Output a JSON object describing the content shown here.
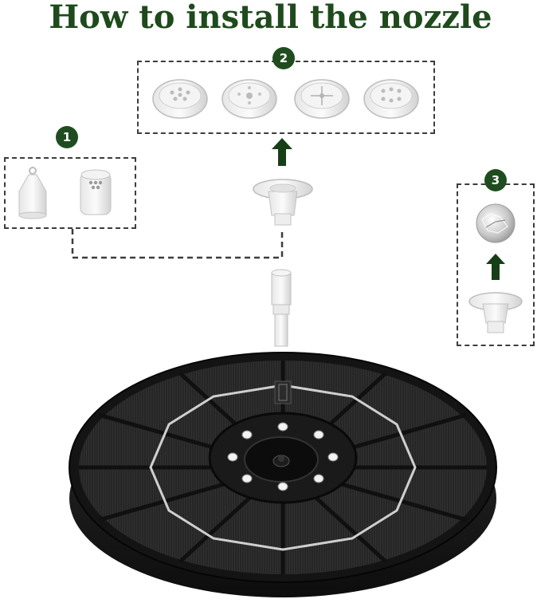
{
  "title": "How to install the nozzle",
  "steps": [
    {
      "number": "1"
    },
    {
      "number": "2"
    },
    {
      "number": "3"
    }
  ],
  "colors": {
    "title_green": "#1e4a1c",
    "badge_green": "#1f4d1f",
    "arrow_green": "#173f17",
    "dash_gray": "#3d3d3d",
    "panel_black": "#1b1b1b"
  }
}
